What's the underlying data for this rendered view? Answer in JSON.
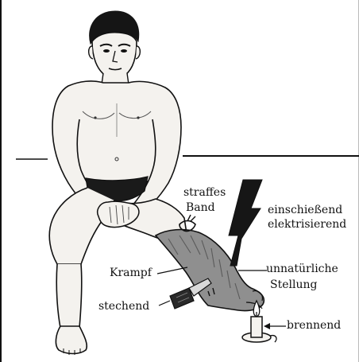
{
  "labels": {
    "straffes": "straffes",
    "band": "Band",
    "einschiessend": "einschießend",
    "elektrisierend": "elektrisierend",
    "unnatuerliche": "unnatürliche",
    "stellung": "Stellung",
    "krampf": "Krampf",
    "stechend": "stechend",
    "brennend": "brennend"
  },
  "colors": {
    "ink": "#111111",
    "skin": "#f4f2ee",
    "shorts": "#1a1a1a",
    "hair": "#151515",
    "bandage": "#8f8f8f",
    "bolt": "#161616",
    "flame": "#ffffff"
  },
  "icons": {
    "bolt": "lightning-bolt-icon",
    "candle": "candle-icon",
    "knife": "knife-icon",
    "band": "tight-band-icon"
  }
}
